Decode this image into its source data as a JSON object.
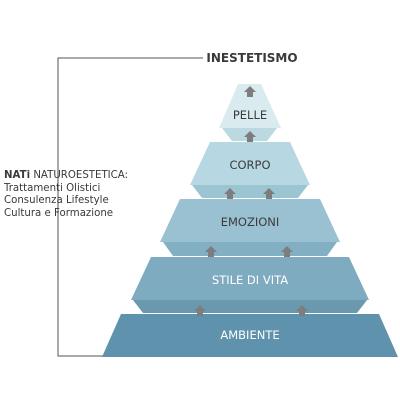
{
  "top_label": "INESTETISMO",
  "side_text": {
    "brand": "NATi",
    "heading": "NATUROESTETICA:",
    "lines": [
      "Trattamenti Olistici",
      "Consulenza Lifestyle",
      "Cultura e Formazione"
    ]
  },
  "levels": [
    {
      "label": "PELLE",
      "fill": "#d9ebee",
      "shadow": "#bcd9e1",
      "text_color": "#3c3c3c"
    },
    {
      "label": "CORPO",
      "fill": "#b7d7e2",
      "shadow": "#9cc5d2",
      "text_color": "#3c3c3c"
    },
    {
      "label": "EMOZIONI",
      "fill": "#9ac1d1",
      "shadow": "#83afc2",
      "text_color": "#3c3c3c"
    },
    {
      "label": "STILE DI VITA",
      "fill": "#7fabc0",
      "shadow": "#6a98af",
      "text_color": "#ffffff"
    },
    {
      "label": "AMBIENTE",
      "fill": "#5f92ac",
      "shadow": "#4f8099",
      "text_color": "#ffffff"
    }
  ],
  "colors": {
    "bracket": "#555555",
    "arrow": "#7d7d7d",
    "top_label": "#3a3a3a"
  },
  "icons": {
    "arrow": "arrow-up-icon"
  }
}
